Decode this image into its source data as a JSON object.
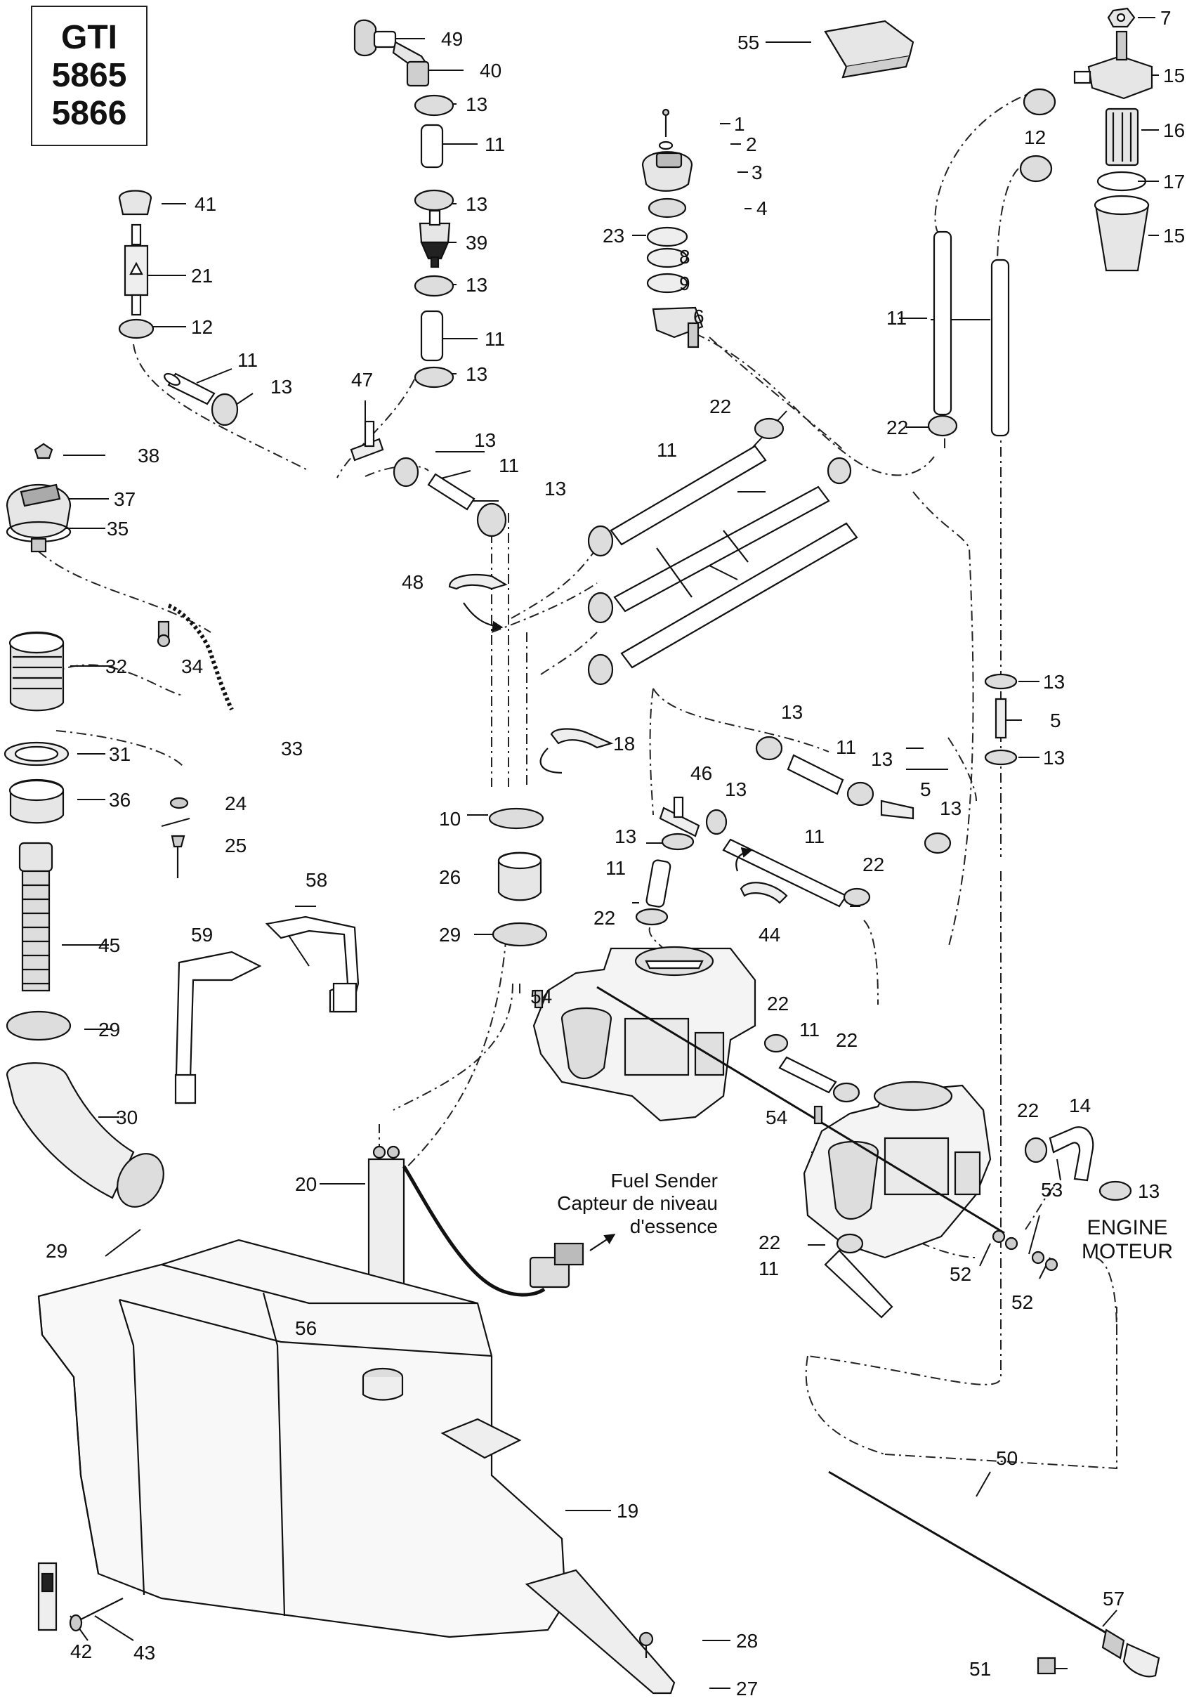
{
  "model_box": [
    "GTI",
    "5865",
    "5866"
  ],
  "callouts": [
    {
      "id": "c49",
      "text": "49"
    },
    {
      "id": "c40",
      "text": "40"
    },
    {
      "id": "c13a",
      "text": "13"
    },
    {
      "id": "c11a",
      "text": "11"
    },
    {
      "id": "c13b",
      "text": "13"
    },
    {
      "id": "c39",
      "text": "39"
    },
    {
      "id": "c13c",
      "text": "13"
    },
    {
      "id": "c11b",
      "text": "11"
    },
    {
      "id": "c13d",
      "text": "13"
    },
    {
      "id": "c55",
      "text": "55"
    },
    {
      "id": "c7",
      "text": "7"
    },
    {
      "id": "c15a",
      "text": "15"
    },
    {
      "id": "c12a",
      "text": "12"
    },
    {
      "id": "c16",
      "text": "16"
    },
    {
      "id": "c17",
      "text": "17"
    },
    {
      "id": "c15b",
      "text": "15"
    },
    {
      "id": "c1",
      "text": "1"
    },
    {
      "id": "c2",
      "text": "2"
    },
    {
      "id": "c3",
      "text": "3"
    },
    {
      "id": "c4",
      "text": "4"
    },
    {
      "id": "c23",
      "text": "23"
    },
    {
      "id": "c8",
      "text": "8"
    },
    {
      "id": "c9",
      "text": "9"
    },
    {
      "id": "c6",
      "text": "6"
    },
    {
      "id": "c41",
      "text": "41"
    },
    {
      "id": "c21",
      "text": "21"
    },
    {
      "id": "c12b",
      "text": "12"
    },
    {
      "id": "c11c",
      "text": "11"
    },
    {
      "id": "c13e",
      "text": "13"
    },
    {
      "id": "c47",
      "text": "47"
    },
    {
      "id": "c11d",
      "text": "11"
    },
    {
      "id": "c22a",
      "text": "22"
    },
    {
      "id": "c22b",
      "text": "22"
    },
    {
      "id": "c38",
      "text": "38"
    },
    {
      "id": "c37",
      "text": "37"
    },
    {
      "id": "c35",
      "text": "35"
    },
    {
      "id": "c13f",
      "text": "13"
    },
    {
      "id": "c11e",
      "text": "11"
    },
    {
      "id": "c13g",
      "text": "13"
    },
    {
      "id": "c11f",
      "text": "11"
    },
    {
      "id": "c48",
      "text": "48"
    },
    {
      "id": "c32",
      "text": "32"
    },
    {
      "id": "c34",
      "text": "34"
    },
    {
      "id": "c33",
      "text": "33"
    },
    {
      "id": "c31",
      "text": "31"
    },
    {
      "id": "c36",
      "text": "36"
    },
    {
      "id": "c24",
      "text": "24"
    },
    {
      "id": "c25",
      "text": "25"
    },
    {
      "id": "c18",
      "text": "18"
    },
    {
      "id": "c13h",
      "text": "13"
    },
    {
      "id": "c11g",
      "text": "11"
    },
    {
      "id": "c13i",
      "text": "13"
    },
    {
      "id": "c46",
      "text": "46"
    },
    {
      "id": "c13j",
      "text": "13"
    },
    {
      "id": "c5a",
      "text": "5"
    },
    {
      "id": "c13k",
      "text": "13"
    },
    {
      "id": "c13l",
      "text": "13"
    },
    {
      "id": "c5b",
      "text": "5"
    },
    {
      "id": "c13m",
      "text": "13"
    },
    {
      "id": "c10",
      "text": "10"
    },
    {
      "id": "c13n",
      "text": "13"
    },
    {
      "id": "c11h",
      "text": "11"
    },
    {
      "id": "c11i",
      "text": "11"
    },
    {
      "id": "c22c",
      "text": "22"
    },
    {
      "id": "c26",
      "text": "26"
    },
    {
      "id": "c22d",
      "text": "22"
    },
    {
      "id": "c44",
      "text": "44"
    },
    {
      "id": "c58",
      "text": "58"
    },
    {
      "id": "c59",
      "text": "59"
    },
    {
      "id": "c45",
      "text": "45"
    },
    {
      "id": "c29a",
      "text": "29"
    },
    {
      "id": "c29b",
      "text": "29"
    },
    {
      "id": "c54a",
      "text": "54"
    },
    {
      "id": "c22e",
      "text": "22"
    },
    {
      "id": "c11j",
      "text": "11"
    },
    {
      "id": "c22f",
      "text": "22"
    },
    {
      "id": "c14",
      "text": "14"
    },
    {
      "id": "c22g",
      "text": "22"
    },
    {
      "id": "c54b",
      "text": "54"
    },
    {
      "id": "c30",
      "text": "30"
    },
    {
      "id": "c20",
      "text": "20"
    },
    {
      "id": "c13o",
      "text": "13"
    },
    {
      "id": "c53",
      "text": "53"
    },
    {
      "id": "c29c",
      "text": "29"
    },
    {
      "id": "c22h",
      "text": "22"
    },
    {
      "id": "c11k",
      "text": "11"
    },
    {
      "id": "c52a",
      "text": "52"
    },
    {
      "id": "c52b",
      "text": "52"
    },
    {
      "id": "c56",
      "text": "56"
    },
    {
      "id": "c19",
      "text": "19"
    },
    {
      "id": "c50",
      "text": "50"
    },
    {
      "id": "c57",
      "text": "57"
    },
    {
      "id": "c42",
      "text": "42"
    },
    {
      "id": "c43",
      "text": "43"
    },
    {
      "id": "c28",
      "text": "28"
    },
    {
      "id": "c51",
      "text": "51"
    },
    {
      "id": "c27",
      "text": "27"
    }
  ],
  "annotations": {
    "fuel_sender": [
      "Fuel Sender",
      "Capteur de niveau",
      "d'essence"
    ],
    "engine": [
      "ENGINE",
      "MOTEUR"
    ]
  }
}
